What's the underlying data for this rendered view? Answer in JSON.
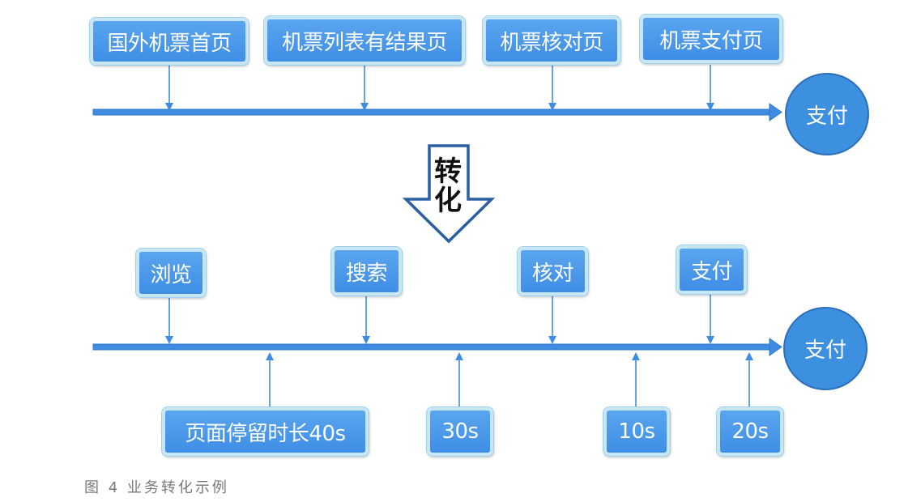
{
  "top_flow": {
    "steps": [
      "国外机票首页",
      "机票列表有结果页",
      "机票核对页",
      "机票支付页"
    ],
    "end": "支付"
  },
  "convert_label": "转\n化",
  "bottom_flow": {
    "steps": [
      "浏览",
      "搜索",
      "核对",
      "支付"
    ],
    "end": "支付",
    "durations": [
      "页面停留时长40s",
      "30s",
      "10s",
      "20s"
    ]
  },
  "caption": "图 4  业务转化示例",
  "colors": {
    "box_fill": "#4a9aea",
    "box_border": "#c7e6f6",
    "line": "#3e8de3",
    "circle": "#3d8fe0",
    "arrow_outline": "#2a5fa3"
  }
}
